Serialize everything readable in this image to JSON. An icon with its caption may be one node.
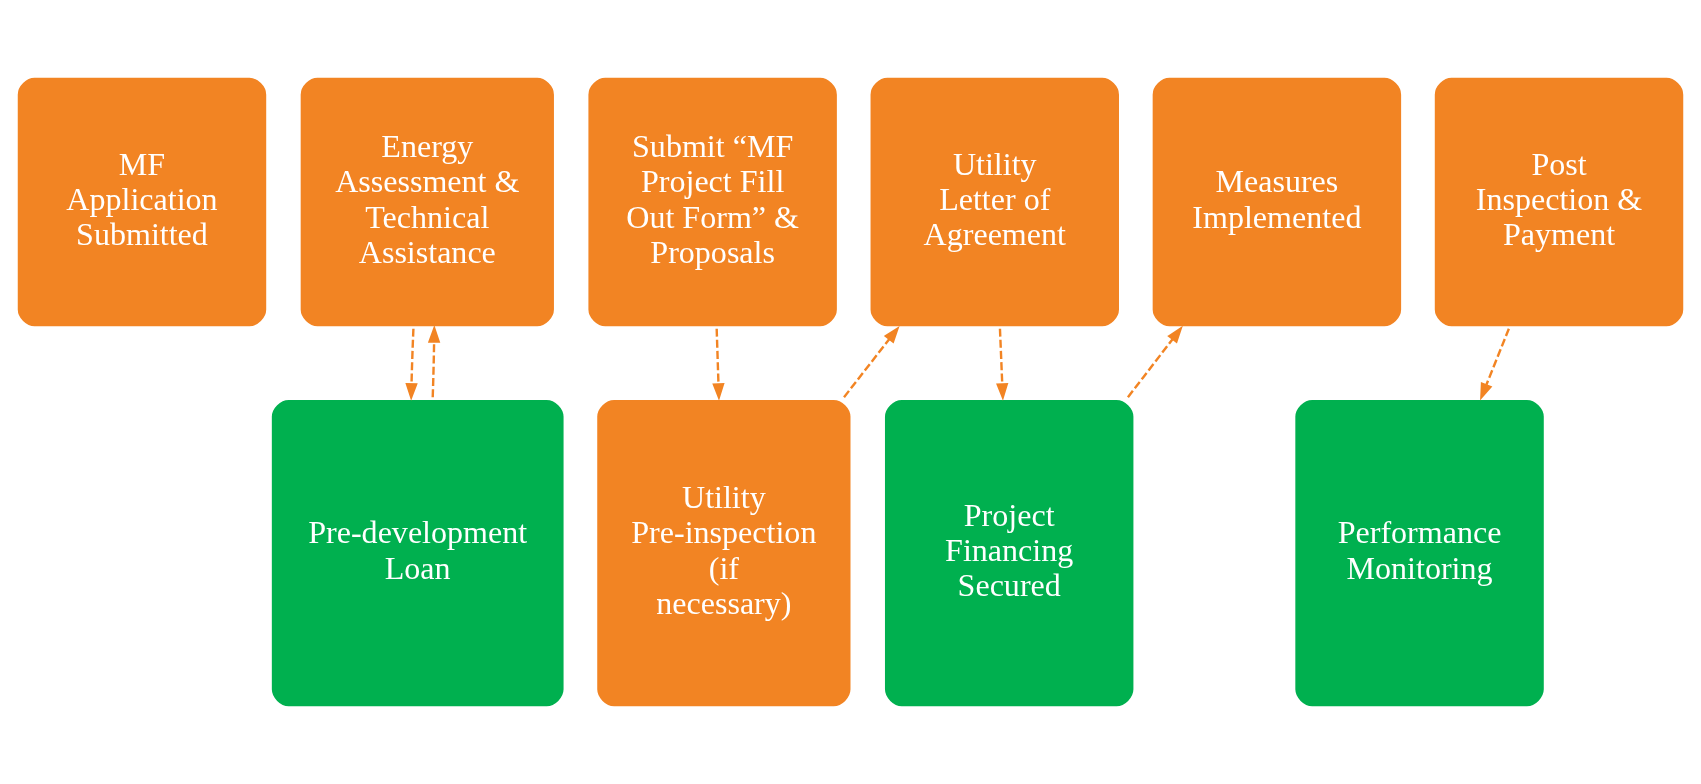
{
  "diagram": {
    "nodes": [
      {
        "text": [
          "MF Application Submitted"
        ]
      },
      {
        "text": [
          "Energy Assessment & Technical Assistance"
        ]
      },
      {
        "text": [
          "Submit “MF Project Fill Out Form” & Proposals"
        ]
      },
      {
        "text": [
          "Utility Letter of Agreement"
        ]
      },
      {
        "text": [
          "Measures Implemented"
        ]
      },
      {
        "text": [
          "Post Inspection & Payment"
        ]
      },
      {
        "text": [
          "Pre-development Loan"
        ]
      },
      {
        "text": [
          "Utility Pre-inspection (if necessary)"
        ]
      },
      {
        "text": [
          "Project Financing Secured"
        ]
      },
      {
        "text": [
          "Performance Monitoring"
        ]
      }
    ],
    "edges": [
      {
        "from": 1,
        "to": 6,
        "arrow": "to",
        "style": "dashed"
      },
      {
        "from": 6,
        "to": 1,
        "arrow": "to",
        "style": "dashed"
      },
      {
        "from": 2,
        "to": 7,
        "arrow": "to",
        "style": "dashed"
      },
      {
        "from": 7,
        "to": 3,
        "arrow": "to",
        "style": "dashed"
      },
      {
        "from": 3,
        "to": 8,
        "arrow": "to",
        "style": "dashed"
      },
      {
        "from": 8,
        "to": 4,
        "arrow": "to",
        "style": "dashed"
      },
      {
        "from": 5,
        "to": 9,
        "arrow": "to",
        "style": "dashed"
      }
    ]
  }
}
